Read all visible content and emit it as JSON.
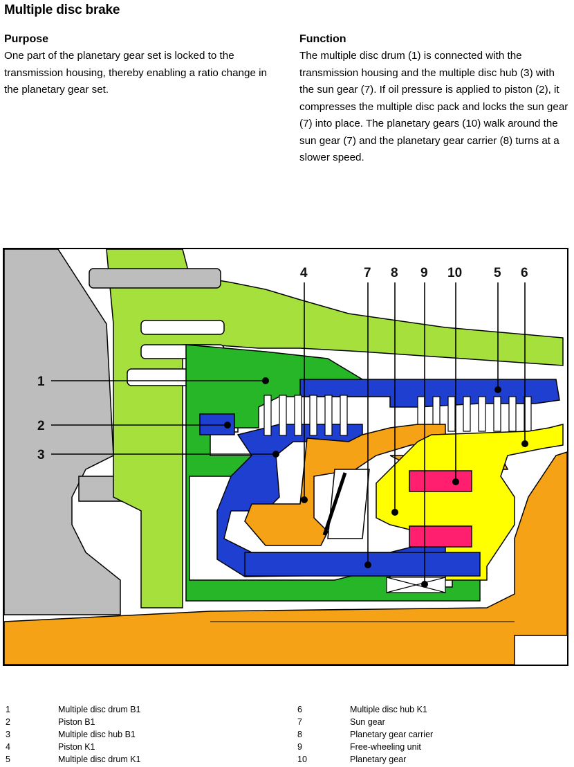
{
  "page_title": "Multiple disc brake",
  "purpose": {
    "heading": "Purpose",
    "text": "One part of the planetary gear set is locked to the transmission housing, thereby enabling a ratio change in the planetary gear set."
  },
  "function": {
    "heading": "Function",
    "text": "The multiple disc drum (1) is connected with the transmission housing and the multiple disc hub (3) with the sun gear (7). If oil pressure is applied to piston (2), it compresses the multiple disc pack and locks the sun gear (7) into place. The planetary gears (10) walk around the sun gear (7) and the planetary gear carrier (8) turns at a slower speed."
  },
  "callouts": [
    "1",
    "2",
    "3",
    "4",
    "5",
    "6",
    "7",
    "8",
    "9",
    "10"
  ],
  "colors": {
    "housing_light_green": "#a6e03c",
    "drum_green": "#27b627",
    "piston_blue": "#1f3fd0",
    "orange": "#f5a216",
    "yellow": "#ffff00",
    "pink": "#ff1f6e",
    "grey": "#bdbdbd"
  },
  "legend": [
    {
      "num": "1",
      "label": "Multiple disc drum  B1"
    },
    {
      "num": "2",
      "label": "Piston B1"
    },
    {
      "num": "3",
      "label": "Multiple disc hub B1"
    },
    {
      "num": "4",
      "label": "Piston K1"
    },
    {
      "num": "5",
      "label": "Multiple disc drum K1"
    },
    {
      "num": "6",
      "label": "Multiple disc hub K1"
    },
    {
      "num": "7",
      "label": "Sun gear"
    },
    {
      "num": "8",
      "label": "Planetary gear carrier"
    },
    {
      "num": "9",
      "label": "Free-wheeling unit"
    },
    {
      "num": "10",
      "label": "Planetary gear"
    }
  ]
}
